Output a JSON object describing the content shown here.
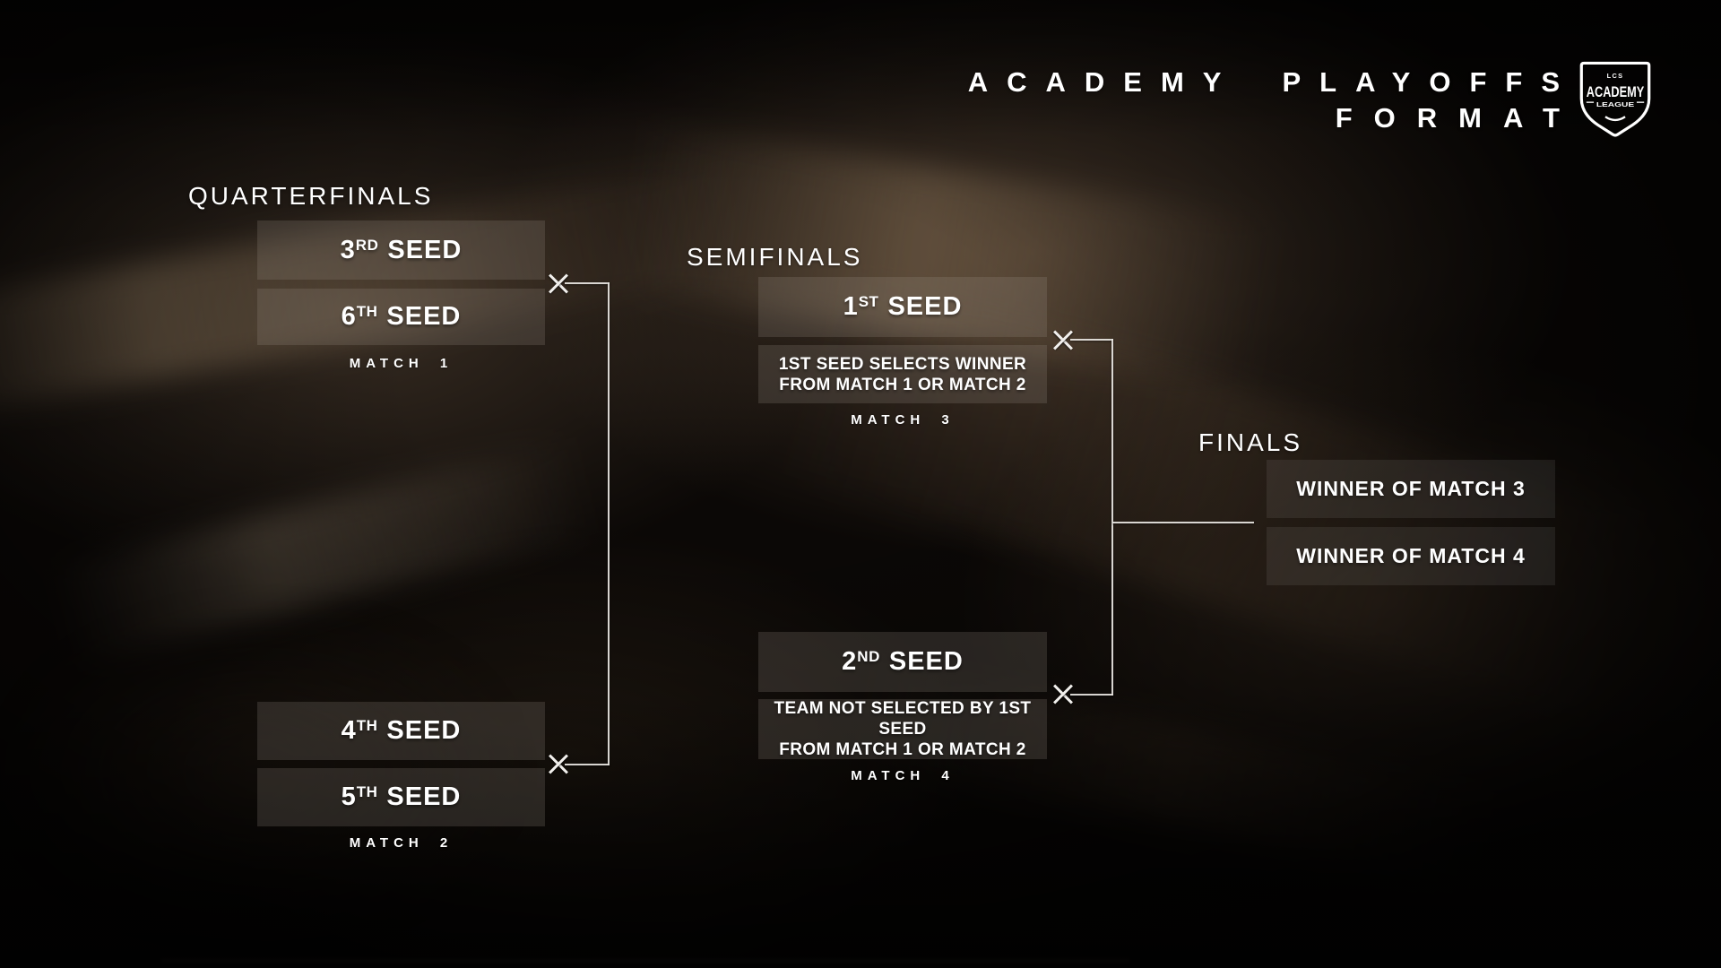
{
  "title": {
    "line1": "ACADEMY PLAYOFFS",
    "line2": "FORMAT"
  },
  "logo": {
    "org": "LCS",
    "name": "ACADEMY",
    "sub": "LEAGUE"
  },
  "colors": {
    "text": "#ffffff",
    "connector": "#e9e6e2",
    "background_base": "#0b0806"
  },
  "quarterfinals": {
    "label": "QUARTERFINALS",
    "match1": {
      "top_seed": {
        "num": "3",
        "ord": "RD",
        "word": "SEED"
      },
      "bottom_seed": {
        "num": "6",
        "ord": "TH",
        "word": "SEED"
      },
      "label": "MATCH 1"
    },
    "match2": {
      "top_seed": {
        "num": "4",
        "ord": "TH",
        "word": "SEED"
      },
      "bottom_seed": {
        "num": "5",
        "ord": "TH",
        "word": "SEED"
      },
      "label": "MATCH 2"
    }
  },
  "semifinals": {
    "label": "SEMIFINALS",
    "match3": {
      "seed": {
        "num": "1",
        "ord": "ST",
        "word": "SEED"
      },
      "note1": "1ST SEED SELECTS WINNER",
      "note2": "FROM MATCH 1 OR MATCH 2",
      "label": "MATCH 3"
    },
    "match4": {
      "seed": {
        "num": "2",
        "ord": "ND",
        "word": "SEED"
      },
      "note1": "TEAM NOT SELECTED BY 1ST SEED",
      "note2": "FROM MATCH 1 OR MATCH 2",
      "label": "MATCH 4"
    }
  },
  "finals": {
    "label": "FINALS",
    "slot1": "WINNER OF MATCH 3",
    "slot2": "WINNER OF MATCH 4"
  }
}
